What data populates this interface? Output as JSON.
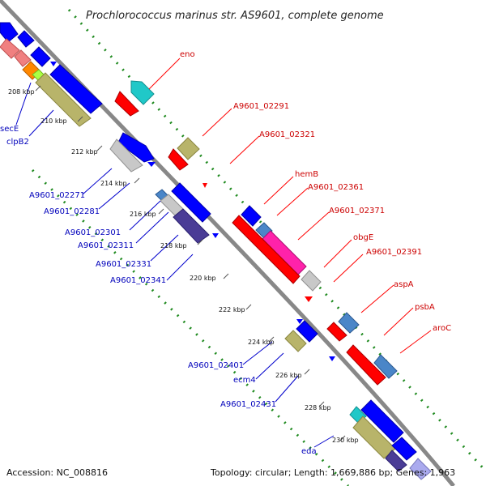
{
  "title": "Prochlorococcus marinus str. AS9601, complete genome",
  "accession": "Accession: NC_008816",
  "topology": "Topology: circular; Length: 1,669,886 bp; Genes: 1,963",
  "ticks": [
    "208 kbp",
    "210 kbp",
    "212 kbp",
    "214 kbp",
    "216 kbp",
    "218 kbp",
    "220 kbp",
    "222 kbp",
    "224 kbp",
    "226 kbp",
    "228 kbp",
    "230 kbp"
  ],
  "labels_forward": [
    "eno",
    "A9601_02291",
    "A9601_02321",
    "hemB",
    "A9601_02361",
    "A9601_02371",
    "obgE",
    "A9601_02391",
    "aspA",
    "psbA",
    "aroC"
  ],
  "labels_reverse": [
    "secE",
    "clpB2",
    "A9601_02271",
    "A9601_02281",
    "A9601_02301",
    "A9601_02311",
    "A9601_02331",
    "A9601_02341",
    "A9601_02401",
    "ecm4",
    "A9601_02431",
    "eda"
  ],
  "colors": {
    "backbone": "#888888",
    "gc_dots": "#1f8a1f",
    "red": "#ff0000",
    "blue": "#0000ff",
    "teal": "#20c8c8",
    "khaki": "#b8b46a",
    "lightgray": "#c8c8c8",
    "magenta": "#ff22aa",
    "steel": "#4a86c8",
    "navy": "#4a3c96",
    "pink": "#f08080",
    "orange": "#ff8800",
    "lime": "#aaff44"
  }
}
